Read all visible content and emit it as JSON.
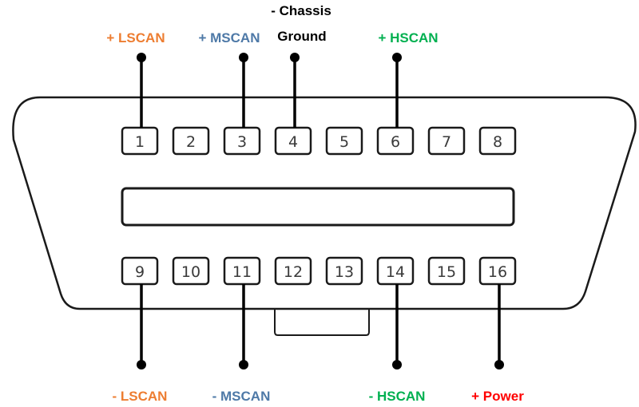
{
  "title": "OBD-II connector pinout",
  "connector": {
    "top_row_pins": [
      "1",
      "2",
      "3",
      "4",
      "5",
      "6",
      "7",
      "8"
    ],
    "bottom_row_pins": [
      "9",
      "10",
      "11",
      "12",
      "13",
      "14",
      "15",
      "16"
    ]
  },
  "colors": {
    "lscan": "#ED7D31",
    "mscan": "#4E79A7",
    "hscan": "#00B050",
    "power": "#FF0000",
    "ground": "#000000",
    "outline": "#1a1a1a"
  },
  "callouts": {
    "top": [
      {
        "pin": "1",
        "label": "+ LSCAN",
        "color_key": "lscan"
      },
      {
        "pin": "3",
        "label": "+ MSCAN",
        "color_key": "mscan"
      },
      {
        "pin": "4",
        "label_line1": "- Chassis",
        "label_line2": "Ground",
        "color_key": "ground"
      },
      {
        "pin": "6",
        "label": "+ HSCAN",
        "color_key": "hscan"
      }
    ],
    "bottom": [
      {
        "pin": "9",
        "label": "- LSCAN",
        "color_key": "lscan"
      },
      {
        "pin": "11",
        "label": "- MSCAN",
        "color_key": "mscan"
      },
      {
        "pin": "14",
        "label": "- HSCAN",
        "color_key": "hscan"
      },
      {
        "pin": "16",
        "label": "+ Power",
        "color_key": "power"
      }
    ]
  }
}
